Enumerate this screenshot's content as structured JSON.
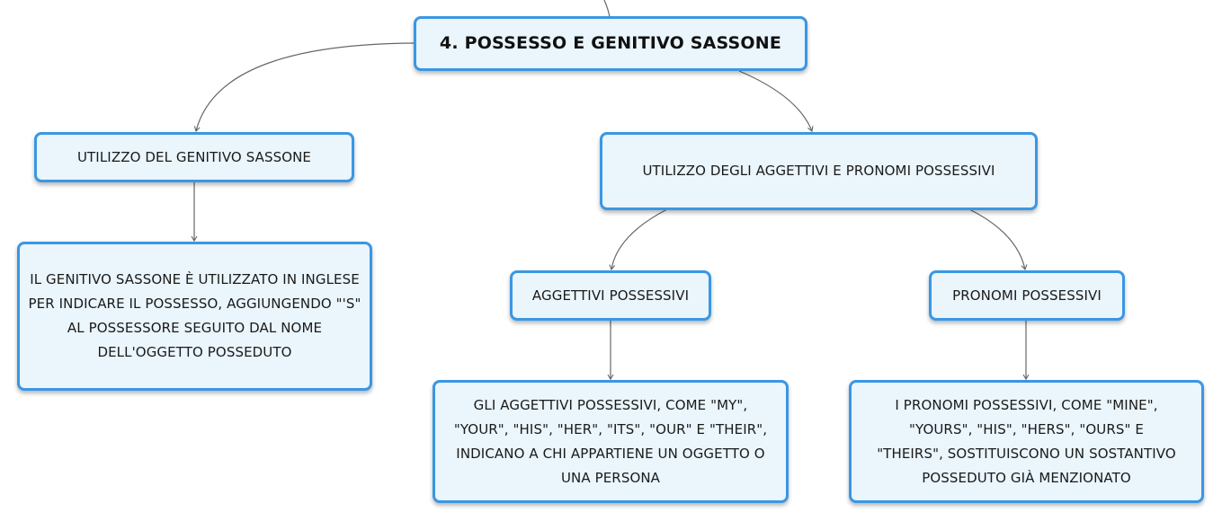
{
  "colors": {
    "node_fill": "#eaf5fc",
    "node_border": "#3a97e3",
    "connector": "#666666"
  },
  "map": {
    "root": "4. POSSESSO E GENITIVO SASSONE",
    "genitive": {
      "title": "UTILIZZO DEL GENITIVO SASSONE",
      "detail": "IL GENITIVO SASSONE È UTILIZZATO IN INGLESE PER INDICARE IL POSSESSO, AGGIUNGENDO \"'S\" AL POSSESSORE SEGUITO DAL NOME DELL'OGGETTO POSSEDUTO"
    },
    "possessives": {
      "title": "UTILIZZO DEGLI AGGETTIVI E PRONOMI POSSESSIVI",
      "adjectives": {
        "title": "AGGETTIVI POSSESSIVI",
        "detail": "GLI AGGETTIVI POSSESSIVI, COME \"MY\", \"YOUR\", \"HIS\", \"HER\", \"ITS\", \"OUR\" E \"THEIR\", INDICANO A CHI APPARTIENE UN OGGETTO O UNA PERSONA"
      },
      "pronouns": {
        "title": "PRONOMI POSSESSIVI",
        "detail": "I PRONOMI POSSESSIVI, COME \"MINE\", \"YOURS\", \"HIS\", \"HERS\", \"OURS\" E \"THEIRS\", SOSTITUISCONO UN SOSTANTIVO POSSEDUTO GIÀ MENZIONATO"
      }
    }
  }
}
